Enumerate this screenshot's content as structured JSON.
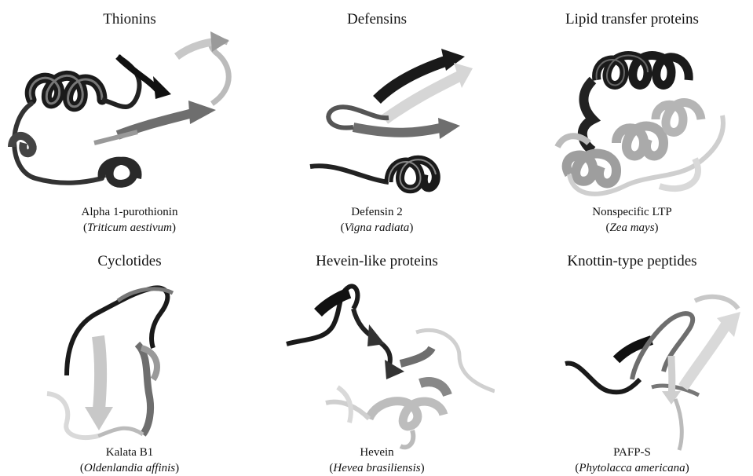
{
  "panels": [
    {
      "title": "Thionins",
      "protein": "Alpha 1-purothionin",
      "species": "Triticum aestivum"
    },
    {
      "title": "Defensins",
      "protein": "Defensin 2",
      "species": "Vigna radiata"
    },
    {
      "title": "Lipid transfer proteins",
      "protein": "Nonspecific LTP",
      "species": "Zea mays"
    },
    {
      "title": "Cyclotides",
      "protein": "Kalata B1",
      "species": "Oldenlandia affinis"
    },
    {
      "title": "Hevein-like proteins",
      "protein": "Hevein",
      "species": "Hevea brasiliensis"
    },
    {
      "title": "Knottin-type peptides",
      "protein": "PAFP-S",
      "species": "Phytolacca americana"
    }
  ],
  "colors": {
    "dark": "#1a1a1a",
    "mid": "#6e6e6e",
    "light": "#c8c8c8",
    "background": "#ffffff"
  }
}
